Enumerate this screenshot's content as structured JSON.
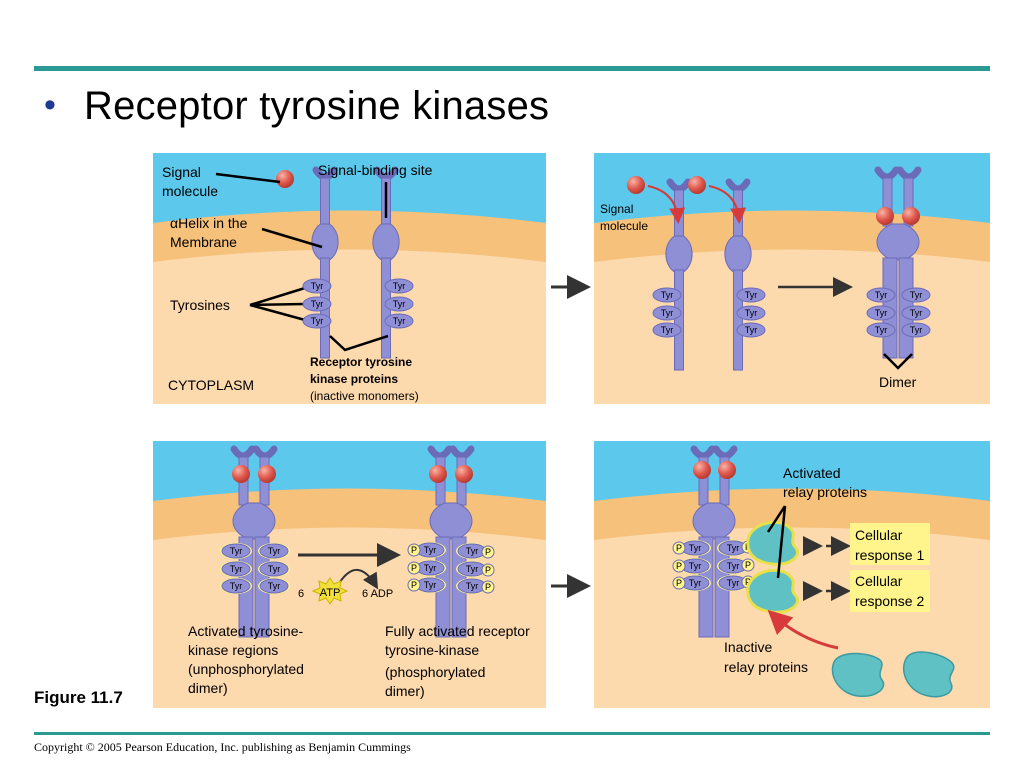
{
  "slide": {
    "bullet": "•",
    "title": "Receptor tyrosine kinases",
    "figure_label": "Figure 11.7",
    "copyright": "Copyright © 2005 Pearson Education, Inc. publishing as Benjamin Cummings"
  },
  "panel1": {
    "signal_molecule": [
      "Signal",
      "molecule"
    ],
    "signal_binding_site": "Signal-binding site",
    "helix_alpha": "α",
    "helix": [
      "Helix in the",
      "Membrane"
    ],
    "tyrosines": "Tyrosines",
    "rtk_proteins": [
      "Receptor tyrosine",
      "kinase proteins"
    ],
    "inactive_monomers": "(inactive monomers)",
    "cytoplasm": "CYTOPLASM"
  },
  "panel2": {
    "signal_molecule": [
      "Signal",
      "molecule"
    ],
    "dimer": "Dimer"
  },
  "panel3": {
    "activated_regions": [
      "Activated tyrosine-",
      "kinase regions",
      "(unphosphorylated",
      "dimer)"
    ],
    "fully_activated": [
      "Fully activated receptor",
      "tyrosine-kinase",
      "(phosphorylated",
      "dimer)"
    ],
    "atp_count": "6",
    "atp": "ATP",
    "adp": "6 ADP"
  },
  "panel4": {
    "activated_relay": [
      "Activated",
      "relay proteins"
    ],
    "cellular_response_1": [
      "Cellular",
      "response 1"
    ],
    "cellular_response_2": [
      "Cellular",
      "response 2"
    ],
    "inactive_relay": [
      "Inactive",
      "relay proteins"
    ]
  },
  "tags": {
    "tyr": "Tyr",
    "p": "P"
  },
  "colors": {
    "extracellular": "#5cc8ec",
    "membrane": "#f6c17a",
    "cytoplasm": "#fdd9ae",
    "receptor": "#8f8fd6",
    "receptor_dark": "#6b6bb8",
    "signal": "#e0574c",
    "relay": "#5fc1c4",
    "p_tag": "#fff58c",
    "arrow_red": "#d63a3a",
    "rule": "#2b9a94"
  }
}
